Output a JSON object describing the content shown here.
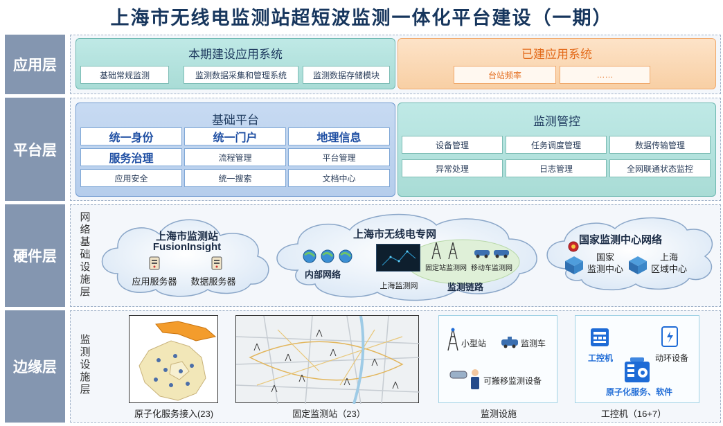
{
  "title": "上海市无线电监测站超短波监测一体化平台建设（一期）",
  "layers": {
    "app": "应用层",
    "platform": "平台层",
    "hardware": "硬件层",
    "edge": "边缘层"
  },
  "app": {
    "current_title": "本期建设应用系统",
    "current_items": [
      "基础常规监测",
      "监测数据采集和管理系统",
      "监测数据存储模块"
    ],
    "built_title": "已建应用系统",
    "built_items": [
      "台站频率",
      "……"
    ]
  },
  "platform": {
    "base_title": "基础平台",
    "base_items": [
      "统一身份",
      "统一门户",
      "地理信息",
      "服务治理",
      "流程管理",
      "平台管理",
      "应用安全",
      "统一搜索",
      "文档中心"
    ],
    "monitor_title": "监测管控",
    "monitor_items": [
      "设备管理",
      "任务调度管理",
      "数据传输管理",
      "异常处理",
      "日志管理",
      "全网联通状态监控"
    ]
  },
  "hardware": {
    "side_label": "网络基础设施层",
    "cloud1": {
      "title1": "上海市监测站",
      "title2": "FusionInsight",
      "app_server": "应用服务器",
      "data_server": "数据服务器"
    },
    "cloud2": {
      "title": "上海市无线电专网",
      "inner_net": "内部网络",
      "sh_net": "上海监测网",
      "fixed_net": "固定站监测网",
      "mobile_net": "移动车监测网",
      "link": "监测链路"
    },
    "cloud3": {
      "title": "国家监测中心网络",
      "national": "国家\n监测中心",
      "shanghai": "上海\n区域中心"
    }
  },
  "edge": {
    "side_label": "监测设施层",
    "map1_caption": "原子化服务接入(23)",
    "map2_caption": "固定监测站（23）",
    "facility": {
      "small_station": "小型站",
      "monitor_car": "监测车",
      "portable": "可搬移监测设备",
      "caption": "监测设施"
    },
    "ipc": {
      "ipc_label": "工控机",
      "env_label": "动环设备",
      "atomic": "原子化服务、软件",
      "caption": "工控机（16+7）"
    }
  }
}
